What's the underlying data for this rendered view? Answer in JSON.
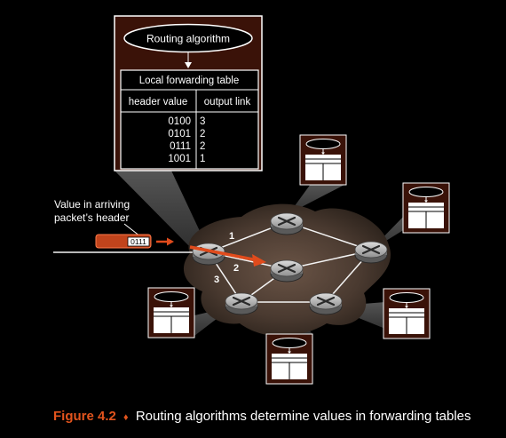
{
  "routing_box": {
    "algorithm_label": "Routing algorithm",
    "table_title": "Local forwarding table",
    "col_header_value": "header value",
    "col_output_link": "output link",
    "rows": [
      {
        "header": "0100",
        "link": "3"
      },
      {
        "header": "0101",
        "link": "2"
      },
      {
        "header": "0111",
        "link": "2"
      },
      {
        "header": "1001",
        "link": "1"
      }
    ]
  },
  "packet": {
    "caption_line1": "Value in arriving",
    "caption_line2": "packet’s header",
    "header_value": "0111"
  },
  "links": {
    "link1": "1",
    "link2": "2",
    "link3": "3"
  },
  "caption": {
    "figure_label": "Figure 4.2",
    "separator": "♦",
    "text": "Routing algorithms determine values in forwarding tables"
  },
  "colors": {
    "box_fill": "#3a1208",
    "cloud": "#4a3a30",
    "arrow": "#e04b1c",
    "figure_label": "#e2541d"
  },
  "icons": {
    "router": "router-icon",
    "packet": "packet-icon",
    "arrow": "arrow-icon"
  }
}
